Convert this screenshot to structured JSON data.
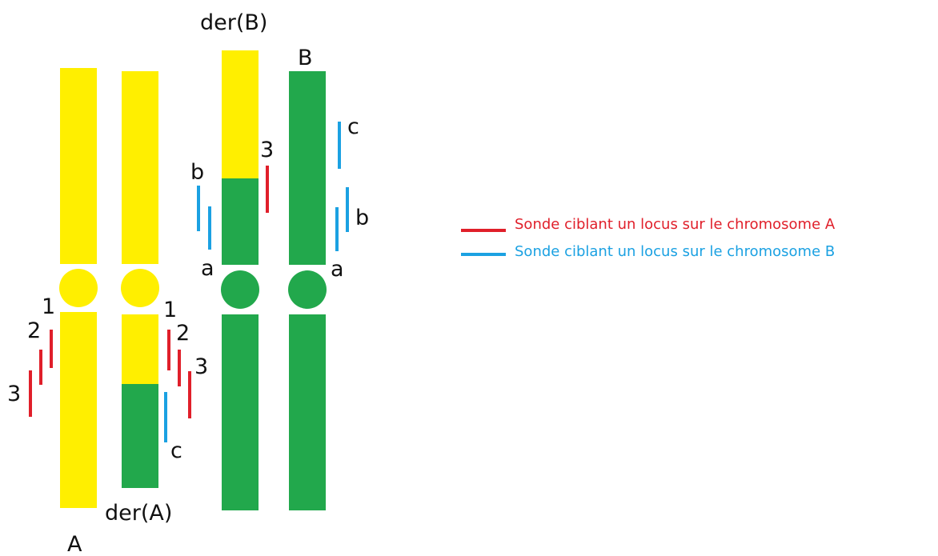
{
  "colors": {
    "chromosome_A": "#FFEF00",
    "chromosome_B": "#22A84C",
    "probe_A": "#E01F2A",
    "probe_B": "#1BA1E2",
    "text": "#111111"
  },
  "chromosomes": {
    "A": {
      "label": "A"
    },
    "derA": {
      "label": "der(A)"
    },
    "derB": {
      "label": "der(B)"
    },
    "B": {
      "label": "B"
    }
  },
  "probe_labels": {
    "A_chr": {
      "p1": "1",
      "p2": "2",
      "p3": "3"
    },
    "derA": {
      "p1": "1",
      "p2": "2",
      "p3": "3",
      "pc": "c"
    },
    "derB": {
      "pb": "b",
      "pa": "a",
      "p3": "3"
    },
    "B_chr": {
      "pc": "c",
      "pb": "b",
      "pa": "a"
    }
  },
  "legend": {
    "probe_A": "Sonde ciblant un locus sur le chromosome A",
    "probe_B": "Sonde ciblant un locus sur le chromosome B"
  }
}
